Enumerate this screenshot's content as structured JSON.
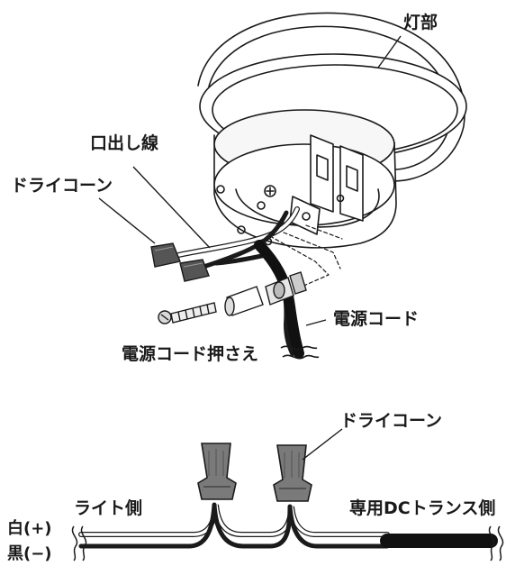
{
  "labels": {
    "lamp_part": "灯部",
    "lead_wire": "口出し線",
    "wire_nut_top": "ドライコーン",
    "power_cord_top": "電源コード",
    "cord_retainer": "電源コード押さえ",
    "wire_nut_bottom": "ドライコーン",
    "light_side": "ライト側",
    "transformer_side": "専用DCトランス側",
    "white_plus": "白(+)",
    "black_minus": "黒(−)"
  },
  "colors": {
    "line": "#1a1a1a",
    "connector": "#7a7a7a",
    "connector_dark": "#555555",
    "cable": "#111111",
    "body_shade": "#f2f2f2"
  }
}
